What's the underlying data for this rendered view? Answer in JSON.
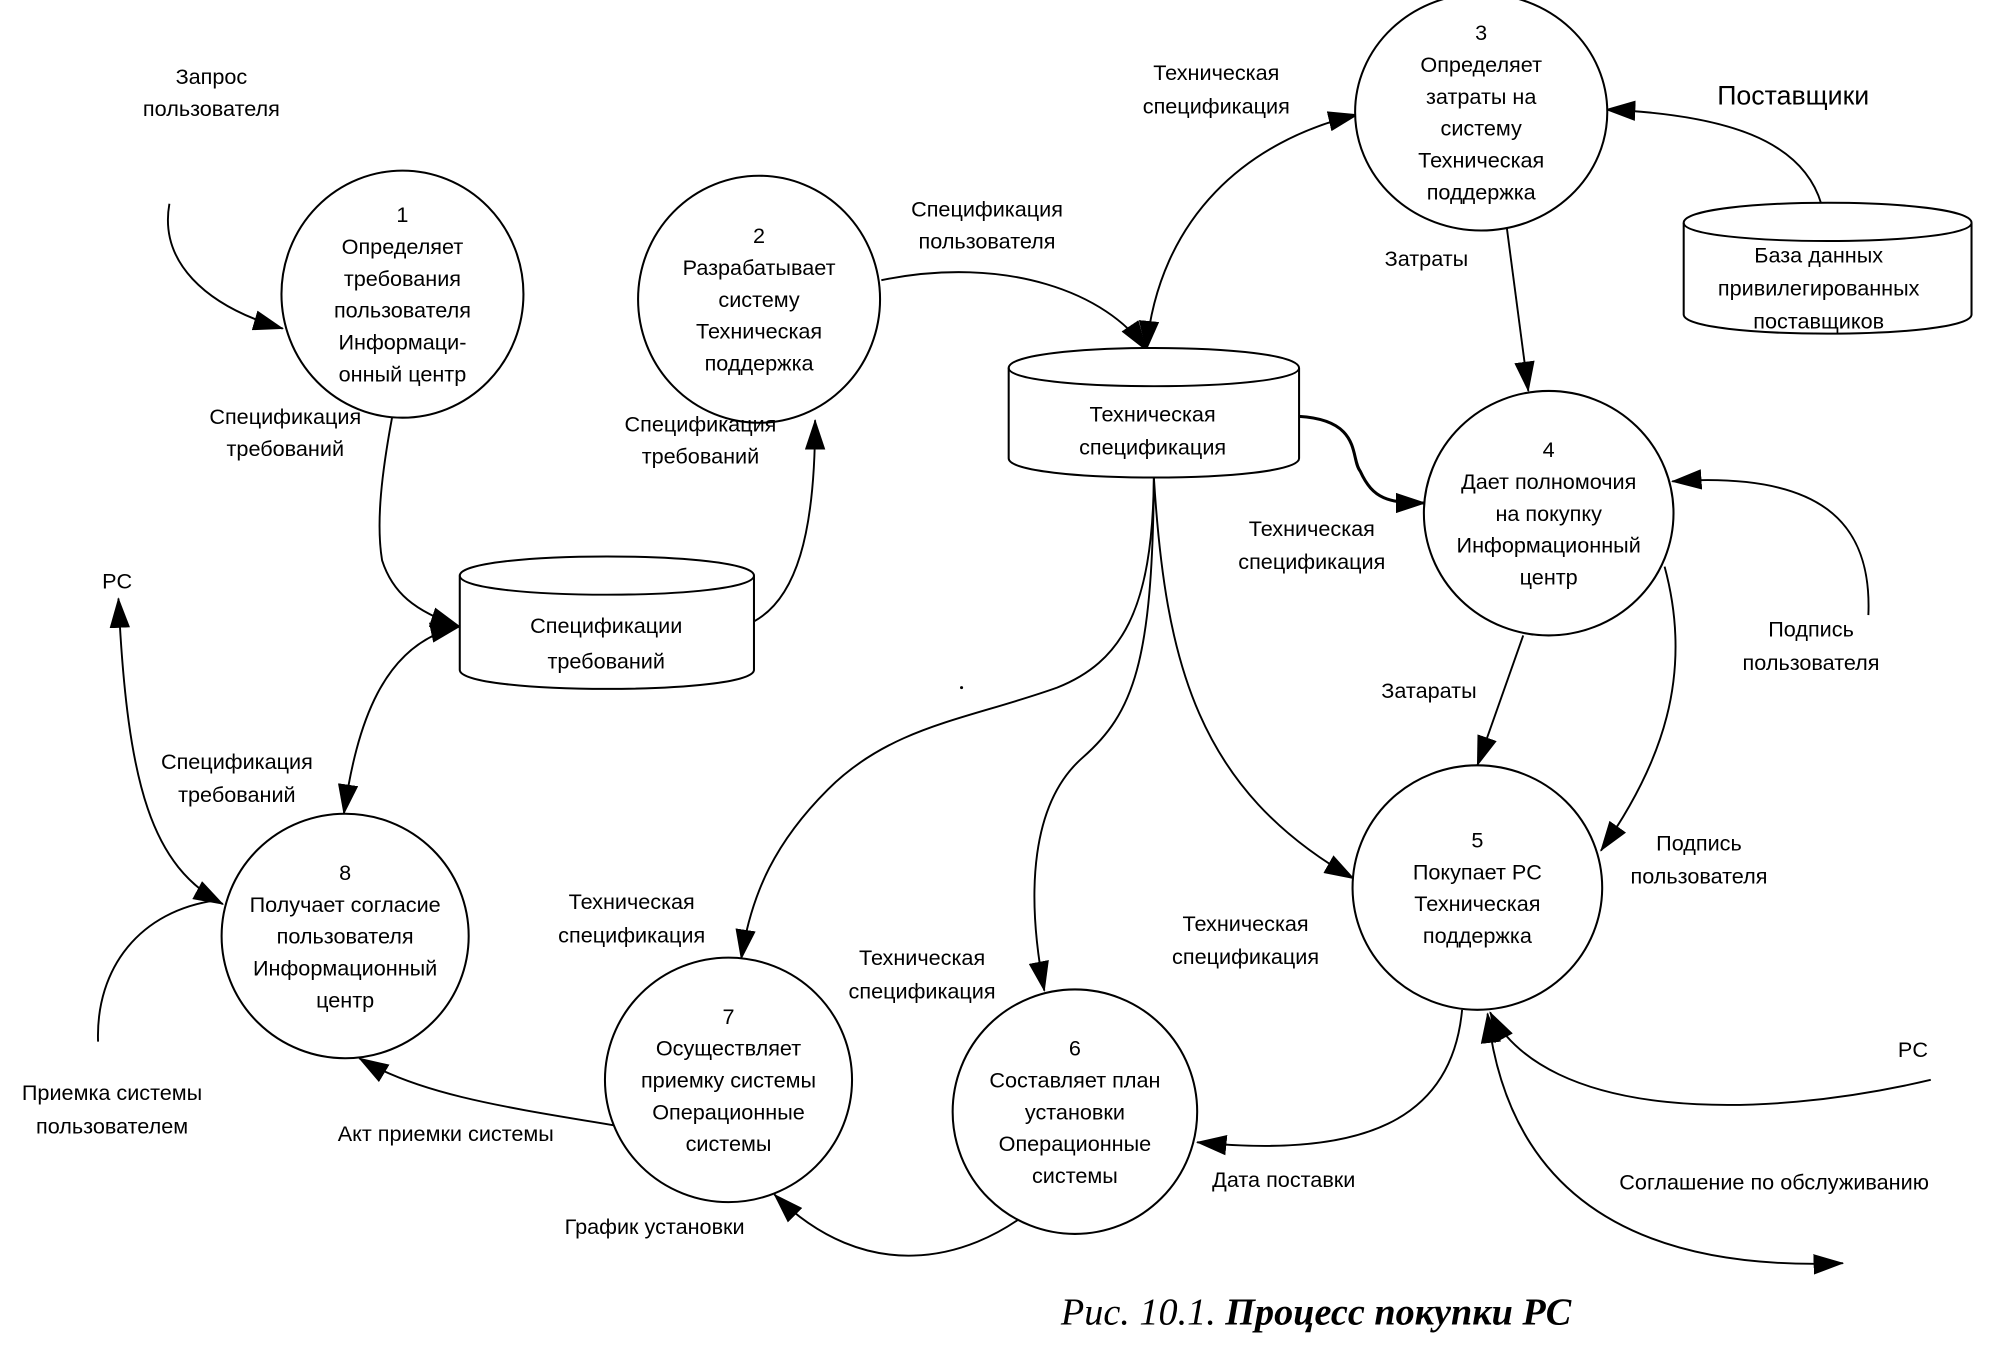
{
  "figure": {
    "caption_prefix": "Рис. 10.1.",
    "caption_title": "Процесс покупки PC"
  },
  "processes": [
    {
      "id": "1",
      "lines": [
        "Определяет",
        "требования",
        "пользователя",
        "Информаци-",
        "онный центр"
      ]
    },
    {
      "id": "2",
      "lines": [
        "Разрабатывает",
        "систему",
        "Техническая",
        "поддержка"
      ]
    },
    {
      "id": "3",
      "lines": [
        "Определяет",
        "затраты на",
        "систему",
        "Техническая",
        "поддержка"
      ]
    },
    {
      "id": "4",
      "lines": [
        "Дает полномочия",
        "на покупку",
        "Информационный",
        "центр"
      ]
    },
    {
      "id": "5",
      "lines": [
        "Покупает PC",
        "Техническая",
        "поддержка"
      ]
    },
    {
      "id": "6",
      "lines": [
        "Составляет план",
        "установки",
        "Операционные",
        "системы"
      ]
    },
    {
      "id": "7",
      "lines": [
        "Осуществляет",
        "приемку системы",
        "Операционные",
        "системы"
      ]
    },
    {
      "id": "8",
      "lines": [
        "Получает согласие",
        "пользователя",
        "Информационный",
        "центр"
      ]
    }
  ],
  "stores": {
    "requirements": [
      "Спецификации",
      "требований"
    ],
    "tech_spec": [
      "Техническая",
      "спецификация"
    ],
    "suppliers_db": [
      "База данных",
      "привилегированных",
      "поставщиков"
    ]
  },
  "flows": {
    "user_request": [
      "Запрос",
      "пользователя"
    ],
    "req_spec_1": [
      "Спецификация",
      "требований"
    ],
    "req_spec_2": [
      "Спецификация",
      "требований"
    ],
    "req_spec_8": [
      "Спецификация",
      "требований"
    ],
    "user_spec": [
      "Спецификация",
      "пользователя"
    ],
    "tech_spec_3": [
      "Техническая",
      "спецификация"
    ],
    "suppliers": "Поставщики",
    "costs": "Затраты",
    "tech_spec_4": [
      "Техническая",
      "спецификация"
    ],
    "costs_4_5": "Затараты",
    "user_signature_in": [
      "Подпись",
      "пользователя"
    ],
    "user_signature_5": [
      "Подпись",
      "пользователя"
    ],
    "tech_spec_5": [
      "Техническая",
      "спецификация"
    ],
    "tech_spec_6": [
      "Техническая",
      "спецификация"
    ],
    "tech_spec_7": [
      "Техническая",
      "спецификация"
    ],
    "pc_out": "PC",
    "pc_in": "PC",
    "acceptance_by_user": [
      "Приемка системы",
      "пользователем"
    ],
    "acceptance_act": "Акт приемки системы",
    "install_schedule": "График установки",
    "delivery_date": "Дата поставки",
    "service_agreement": "Соглашение по обслуживанию"
  }
}
